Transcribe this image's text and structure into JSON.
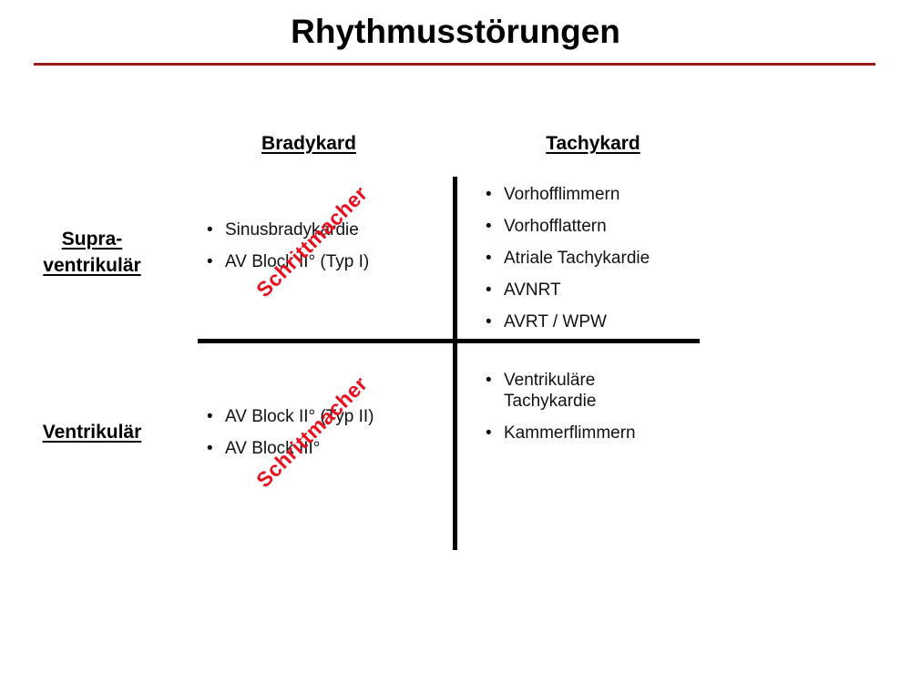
{
  "title": "Rhythmusstörungen",
  "colors": {
    "title_rule": "#9b1b1b",
    "pacemaker_text": "#e8101f"
  },
  "columns": {
    "left": "Bradykard",
    "right": "Tachykard"
  },
  "rows": {
    "top": "Supra-\nventrikulär",
    "bottom": "Ventrikulär"
  },
  "quadrants": {
    "supra_brady": [
      "Sinusbradykardie",
      "AV Block II° (Typ I)"
    ],
    "supra_tachy": [
      "Vorhofflimmern",
      "Vorhofflattern",
      "Atriale Tachykardie",
      "AVNRT",
      "AVRT / WPW"
    ],
    "ventr_brady": [
      "AV Block II° (Typ II)",
      "AV Block III°"
    ],
    "ventr_tachy": [
      "Ventrikuläre Tachykardie",
      "Kammerflimmern"
    ]
  },
  "bullet": "•",
  "pacemaker": {
    "upper": "Schrittmacher",
    "lower": "Schrittmacher"
  }
}
